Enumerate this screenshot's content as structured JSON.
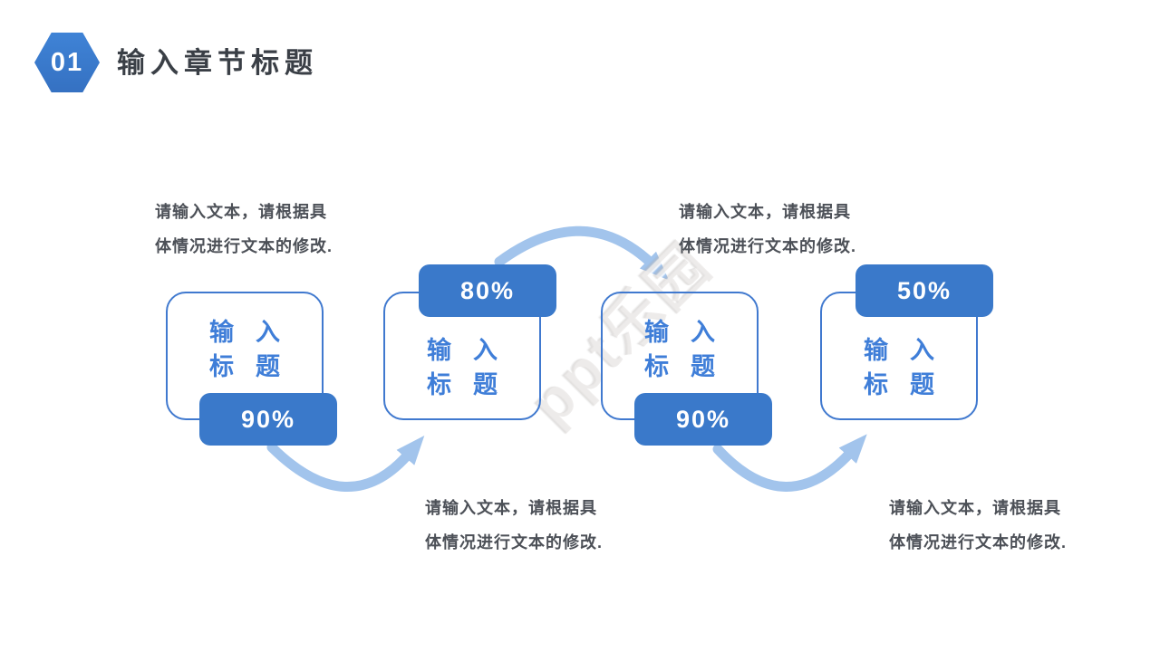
{
  "slide": {
    "header": {
      "number": "01",
      "title": "输入章节标题"
    },
    "watermark": {
      "text": "ppt乐园"
    },
    "colors": {
      "primary_blue": "#3a79ca",
      "box_border_blue": "#4079cf",
      "box_title_blue": "#3f7ed8",
      "arrow_blue": "#a2c4ec",
      "caption_gray": "#4c5057",
      "header_title_dark": "#3a3f46"
    },
    "steps": [
      {
        "title_line1": "输入",
        "title_line2": "标题",
        "percent": "90%",
        "badge_position": "bottom"
      },
      {
        "title_line1": "输入",
        "title_line2": "标题",
        "percent": "80%",
        "badge_position": "top"
      },
      {
        "title_line1": "输入",
        "title_line2": "标题",
        "percent": "90%",
        "badge_position": "bottom"
      },
      {
        "title_line1": "输入",
        "title_line2": "标题",
        "percent": "50%",
        "badge_position": "top"
      }
    ],
    "captions": [
      {
        "line1": "请输入文本，请根据具",
        "line2": "体情况进行文本的修改."
      },
      {
        "line1": "请输入文本，请根据具",
        "line2": "体情况进行文本的修改."
      },
      {
        "line1": "请输入文本，请根据具",
        "line2": "体情况进行文本的修改."
      },
      {
        "line1": "请输入文本，请根据具",
        "line2": "体情况进行文本的修改."
      }
    ]
  }
}
